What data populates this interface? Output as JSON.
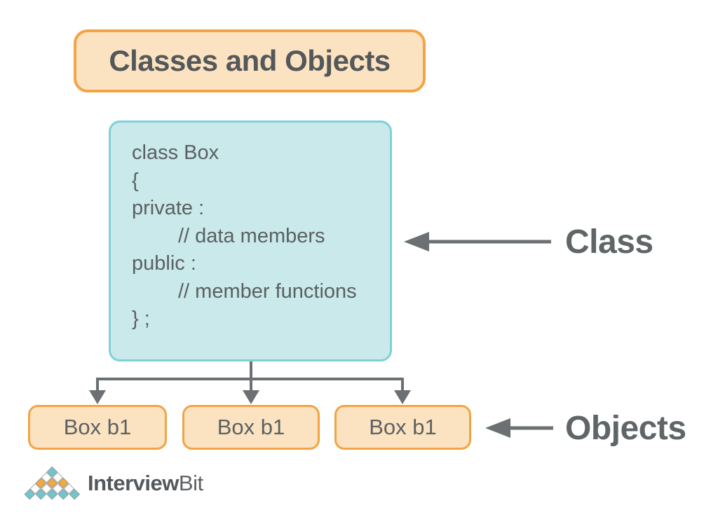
{
  "title": "Classes and Objects",
  "class_box": {
    "code_lines": [
      "class Box",
      "{",
      "private :",
      "// data members",
      "public :",
      "// member functions",
      "} ;"
    ]
  },
  "annotations": {
    "class_label": "Class",
    "objects_label": "Objects"
  },
  "object_boxes": [
    "Box b1",
    "Box b1",
    "Box b1"
  ],
  "logo": {
    "name_bold": "Interview",
    "name_light": "Bit"
  },
  "icons": {
    "class_pointer": "left-arrow",
    "objects_pointer": "left-arrow",
    "connector": "tree-branch-arrows",
    "logo_mark": "diamond-pyramid"
  },
  "colors": {
    "orange_border": "#F2A444",
    "orange_fill": "#FBE3C1",
    "teal_border": "#7ED1D7",
    "teal_fill": "#C9E9EA",
    "text_gray": "#5B6063",
    "connector_gray": "#6B7072",
    "logo_teal": "#6FC6CE",
    "logo_orange": "#F5A83B"
  }
}
